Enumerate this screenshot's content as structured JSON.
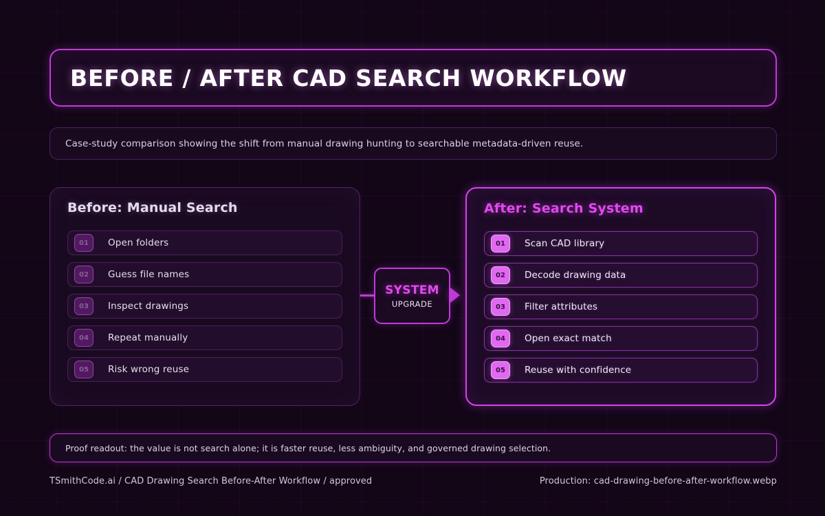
{
  "title": "BEFORE / AFTER CAD SEARCH WORKFLOW",
  "subtitle": "Case-study comparison showing the shift from manual drawing hunting to searchable metadata-driven reuse.",
  "panels": {
    "before": {
      "heading": "Before: Manual Search",
      "steps": [
        {
          "num": "01",
          "label": "Open folders"
        },
        {
          "num": "02",
          "label": "Guess file names"
        },
        {
          "num": "03",
          "label": "Inspect drawings"
        },
        {
          "num": "04",
          "label": "Repeat manually"
        },
        {
          "num": "05",
          "label": "Risk wrong reuse"
        }
      ]
    },
    "after": {
      "heading": "After: Search System",
      "steps": [
        {
          "num": "01",
          "label": "Scan CAD library"
        },
        {
          "num": "02",
          "label": "Decode drawing data"
        },
        {
          "num": "03",
          "label": "Filter attributes"
        },
        {
          "num": "04",
          "label": "Open exact match"
        },
        {
          "num": "05",
          "label": "Reuse with confidence"
        }
      ]
    }
  },
  "connector": {
    "title": "SYSTEM",
    "subtitle": "UPGRADE"
  },
  "proof": "Proof readout: the value is not search alone; it is faster reuse, less ambiguity, and governed drawing selection.",
  "footer": {
    "left": "TSmithCode.ai / CAD Drawing Search Before-After Workflow / approved",
    "right": "Production: cad-drawing-before-after-workflow.webp"
  },
  "colors": {
    "background": "#120617",
    "accent": "#c13ad8",
    "accent_bright": "#e248f0",
    "badge_after": "#e169f2",
    "badge_before": "#511a60",
    "panel_fill": "#1a0a21",
    "text_primary": "#ffffff",
    "text_muted": "#ded5e8"
  }
}
